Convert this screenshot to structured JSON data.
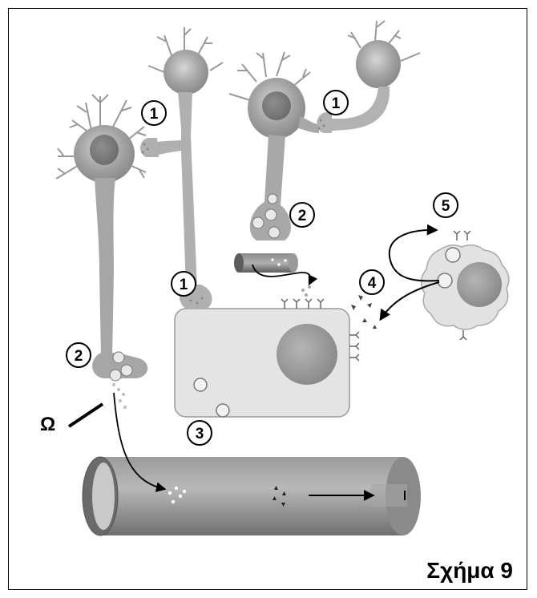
{
  "caption": "Σχήμα 9",
  "labels": {
    "synapse_left": "1",
    "synapse_top": "1",
    "synapse_cell": "1",
    "terminal_left": "2",
    "terminal_center": "2",
    "exocytosis_cell": "3",
    "secretion_cell": "4",
    "receptor_cell": "5",
    "omega": "Ω"
  },
  "colors": {
    "neuron_fill": "#a9a9a9",
    "neuron_dark": "#7d7d7d",
    "cell_fill": "#e3e3e3",
    "nucleus": "#9a9a9a",
    "vessel": "#8f8f8f"
  }
}
